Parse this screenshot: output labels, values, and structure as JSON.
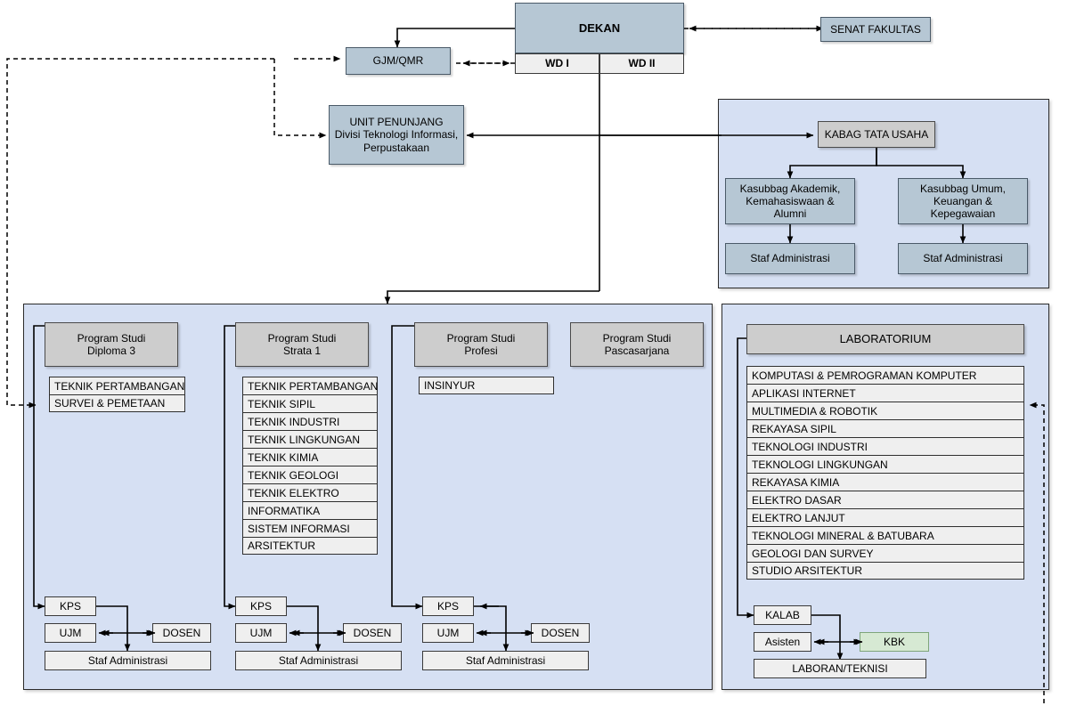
{
  "diagram": {
    "title": "Struktur Organisasi Fakultas",
    "colors": {
      "steel": "#b6c7d4",
      "gray": "#cdcdcd",
      "light": "#efefef",
      "green": "#d6e9d3",
      "panel": "#d6e0f3"
    }
  },
  "top": {
    "dekan": "DEKAN",
    "wd1": "WD I",
    "wd2": "WD II",
    "gjm": "GJM/QMR",
    "senat": "SENAT FAKULTAS",
    "unit_penunjang_line1": "UNIT PENUNJANG",
    "unit_penunjang_line2": "Divisi Teknologi Informasi,",
    "unit_penunjang_line3": "Perpustakaan"
  },
  "tata_usaha": {
    "kabag": "KABAG TATA USAHA",
    "kasubbag_akademik_l1": "Kasubbag Akademik,",
    "kasubbag_akademik_l2": "Kemahasiswaan &",
    "kasubbag_akademik_l3": "Alumni",
    "kasubbag_umum_l1": "Kasubbag Umum,",
    "kasubbag_umum_l2": "Keuangan &",
    "kasubbag_umum_l3": "Kepegawaian",
    "staf_kiri": "Staf Administrasi",
    "staf_kanan": "Staf Administrasi"
  },
  "program_studi": [
    {
      "header_line1": "Program Studi",
      "header_line2": "Diploma 3",
      "items": [
        "TEKNIK PERTAMBANGAN",
        "SURVEI & PEMETAAN"
      ],
      "kps": "KPS",
      "ujm": "UJM",
      "dosen": "DOSEN",
      "staf": "Staf Administrasi"
    },
    {
      "header_line1": "Program Studi",
      "header_line2": "Strata 1",
      "items": [
        "TEKNIK PERTAMBANGAN",
        "TEKNIK SIPIL",
        "TEKNIK INDUSTRI",
        "TEKNIK LINGKUNGAN",
        "TEKNIK KIMIA",
        "TEKNIK GEOLOGI",
        "TEKNIK ELEKTRO",
        "INFORMATIKA",
        "SISTEM INFORMASI",
        "ARSITEKTUR"
      ],
      "kps": "KPS",
      "ujm": "UJM",
      "dosen": "DOSEN",
      "staf": "Staf Administrasi"
    },
    {
      "header_line1": "Program Studi",
      "header_line2": "Profesi",
      "items": [
        "INSINYUR"
      ],
      "kps": "KPS",
      "ujm": "UJM",
      "dosen": "DOSEN",
      "staf": "Staf Administrasi"
    },
    {
      "header_line1": "Program Studi",
      "header_line2": "Pascasarjana",
      "items": [],
      "kps": "",
      "ujm": "",
      "dosen": "",
      "staf": ""
    }
  ],
  "laboratorium": {
    "header": "LABORATORIUM",
    "items": [
      "KOMPUTASI & PEMROGRAMAN KOMPUTER",
      "APLIKASI INTERNET",
      "MULTIMEDIA & ROBOTIK",
      "REKAYASA SIPIL",
      "TEKNOLOGI INDUSTRI",
      "TEKNOLOGI LINGKUNGAN",
      "REKAYASA KIMIA",
      "ELEKTRO DASAR",
      "ELEKTRO LANJUT",
      "TEKNOLOGI MINERAL & BATUBARA",
      "GEOLOGI DAN SURVEY",
      "STUDIO ARSITEKTUR"
    ],
    "kalab": "KALAB",
    "asisten": "Asisten",
    "kbk": "KBK",
    "laboran": "LABORAN/TEKNISI"
  }
}
